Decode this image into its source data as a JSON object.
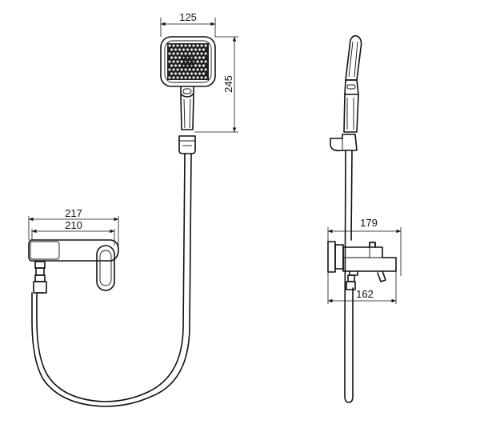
{
  "dimensions": {
    "head_width": "125",
    "head_height": "245",
    "spout_overall_length": "217",
    "spout_body_length": "210",
    "side_depth_overall": "179",
    "side_depth_body": "162"
  }
}
